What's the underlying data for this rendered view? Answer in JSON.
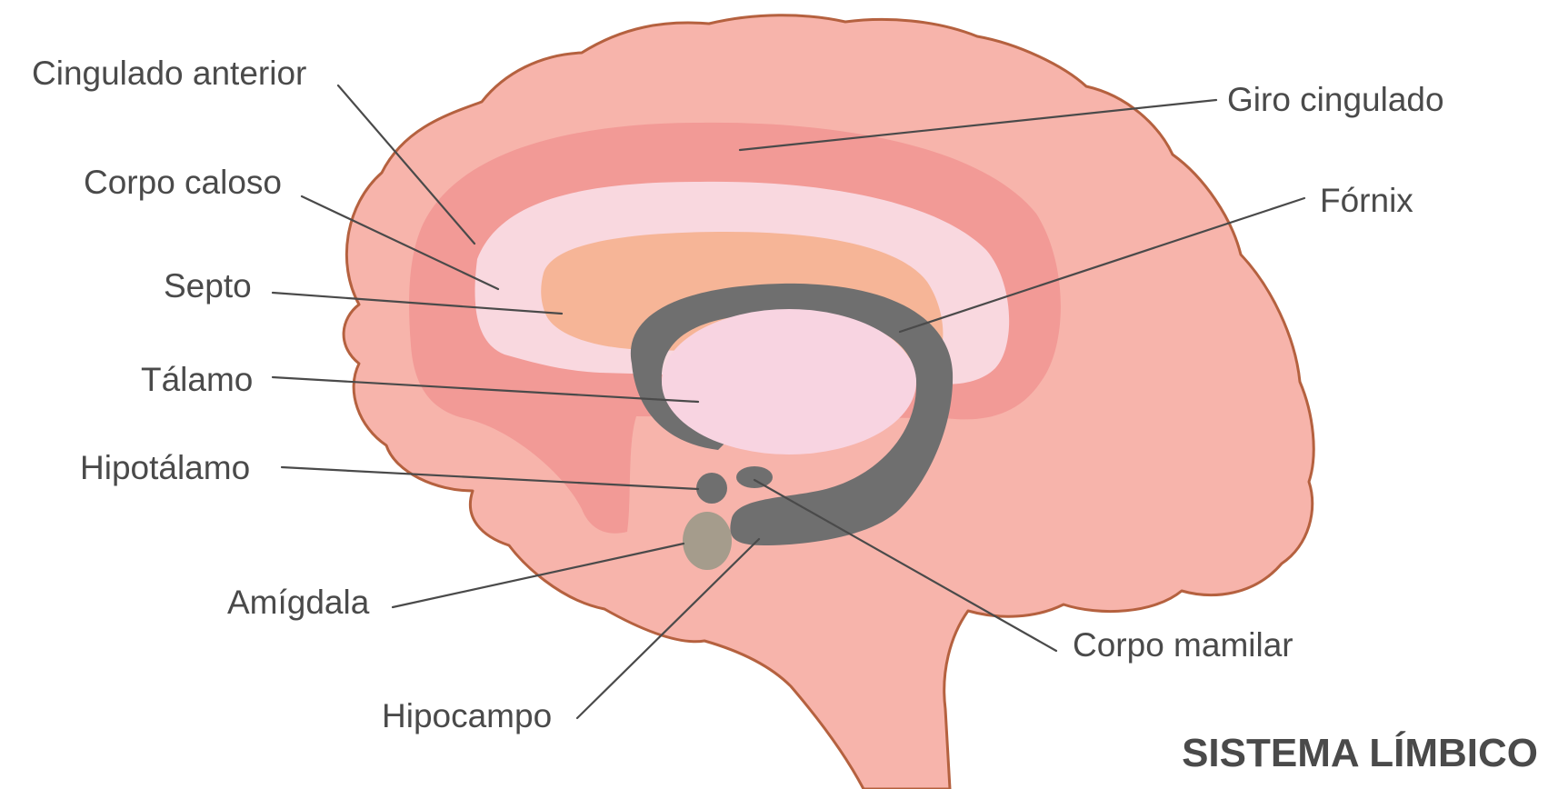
{
  "title": "SISTEMA LÍMBICO",
  "labels": {
    "cingulado_anterior": "Cingulado anterior",
    "corpo_caloso": "Corpo caloso",
    "septo": "Septo",
    "talamo": "Tálamo",
    "hipotalamo": "Hipotálamo",
    "amigdala": "Amígdala",
    "hipocampo": "Hipocampo",
    "giro_cingulado": "Giro cingulado",
    "fornix": "Fórnix",
    "corpo_mamilar": "Corpo mamilar"
  },
  "colors": {
    "brain": "#f7b4ab",
    "brain_outline": "#b5613f",
    "cingulate_gyrus": "#f29a96",
    "corpus_callosum": "#f9d8df",
    "septum": "#f6b597",
    "fornix": "#6f6f6f",
    "thalamus": "#f8d4e1",
    "amygdala": "#a59c8c",
    "text": "#4a4a4a"
  }
}
